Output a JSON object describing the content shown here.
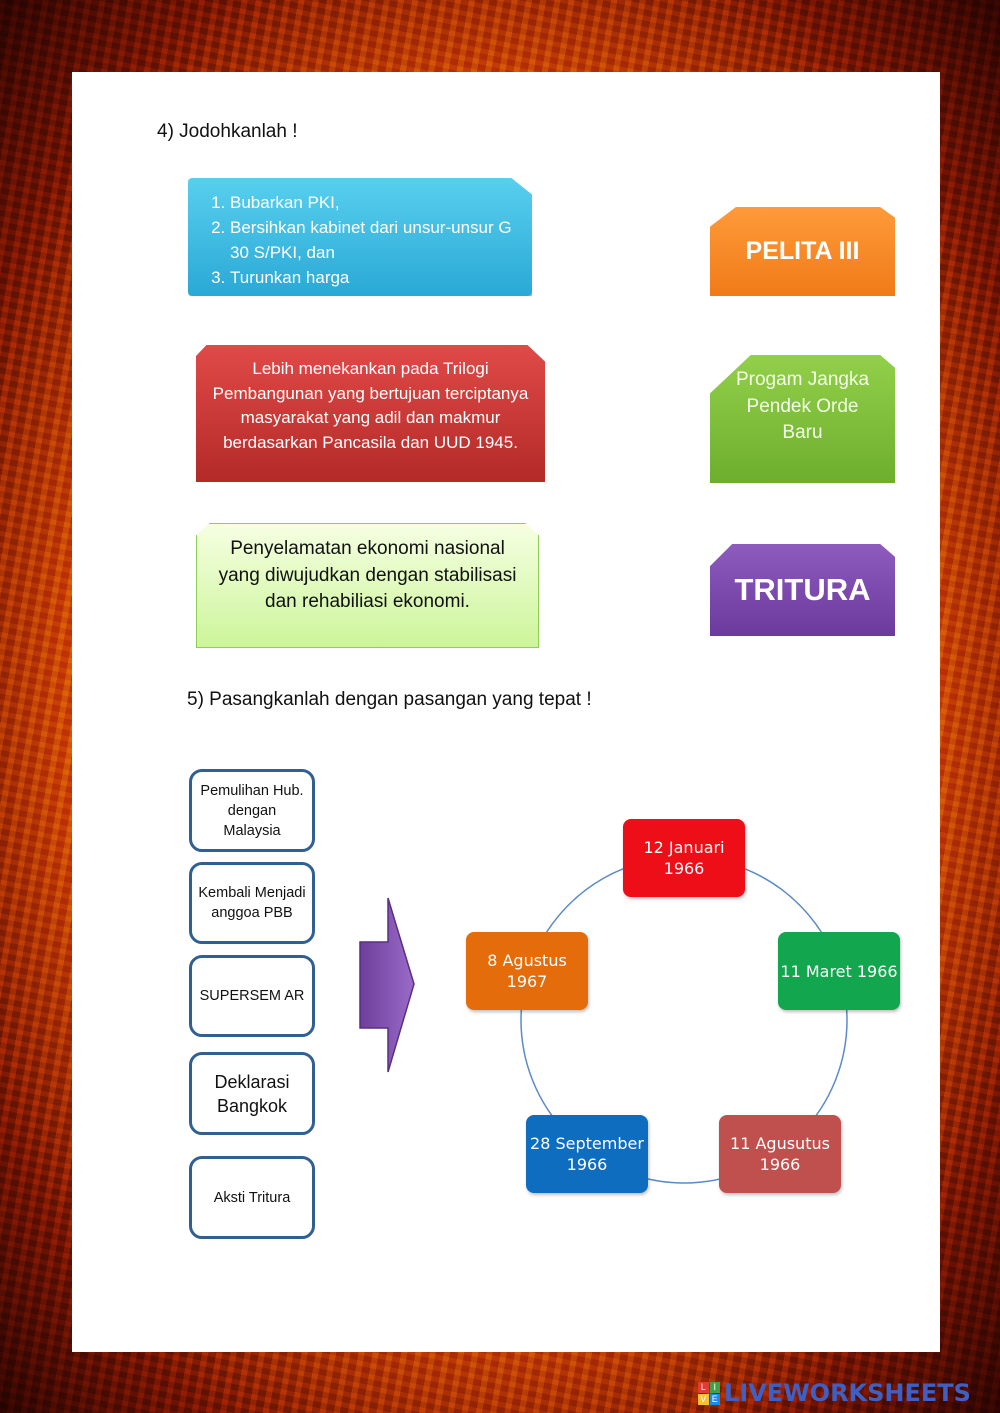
{
  "question4": {
    "title": "4)   Jodohkanlah !",
    "blue_items": [
      "Bubarkan  PKI,",
      "Bersihkan kabinet dari unsur-unsur G 30 S/PKI, dan",
      "Turunkan harga"
    ],
    "red_text": "Lebih menekankan pada Trilogi Pembangunan yang bertujuan terciptanya masyarakat yang adil dan makmur berdasarkan Pancasila dan UUD 1945.",
    "lightgreen_text": "Penyelamatan ekonomi nasional yang diwujudkan dengan stabilisasi dan rehabiliasi ekonomi.",
    "orange_label": "PELITA III",
    "green_label": "Progam Jangka Pendek Orde Baru",
    "purple_label": "TRITURA"
  },
  "question5": {
    "title": "5)  Pasangkanlah dengan pasangan yang tepat !",
    "left_items": [
      "Pemulihan Hub. dengan Malaysia",
      "Kembali Menjadi anggoa PBB",
      "SUPERSEM AR",
      "Deklarasi Bangkok",
      "Aksti Tritura"
    ],
    "cycle_nodes": [
      {
        "label": "12 Januari 1966",
        "color": "#ee0e18"
      },
      {
        "label": "11 Maret 1966",
        "color": "#12a64e"
      },
      {
        "label": "11 Agusutus 1966",
        "color": "#c0504d"
      },
      {
        "label": "28 September 1966",
        "color": "#0f6dbf"
      },
      {
        "label": "8 Agustus 1967",
        "color": "#e46c0a"
      }
    ]
  },
  "watermark": {
    "text": "LIVEWORKSHEETS",
    "mark_letters": [
      "L",
      "I",
      "V",
      "E"
    ]
  }
}
